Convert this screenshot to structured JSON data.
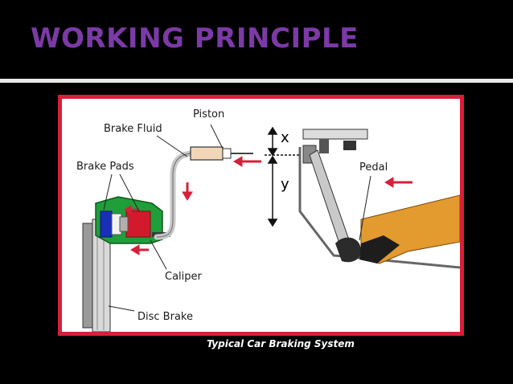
{
  "slide": {
    "title": "WORKING PRINCIPLE",
    "caption": "Typical Car Braking System"
  },
  "diagram": {
    "labels": {
      "piston": "Piston",
      "brake_fluid": "Brake Fluid",
      "brake_pads": "Brake Pads",
      "pedal": "Pedal",
      "caliper": "Caliper",
      "disc_brake": "Disc Brake",
      "dim_x": "x",
      "dim_y": "y"
    },
    "colors": {
      "frame": "#d6203a",
      "title": "#7b3aa6",
      "arrow": "#d6203a",
      "caliper_green": "#1f9e3a",
      "pad_blue": "#1a2fb8",
      "piston_red": "#d11b2c",
      "shoe": "#e39a2e"
    }
  }
}
